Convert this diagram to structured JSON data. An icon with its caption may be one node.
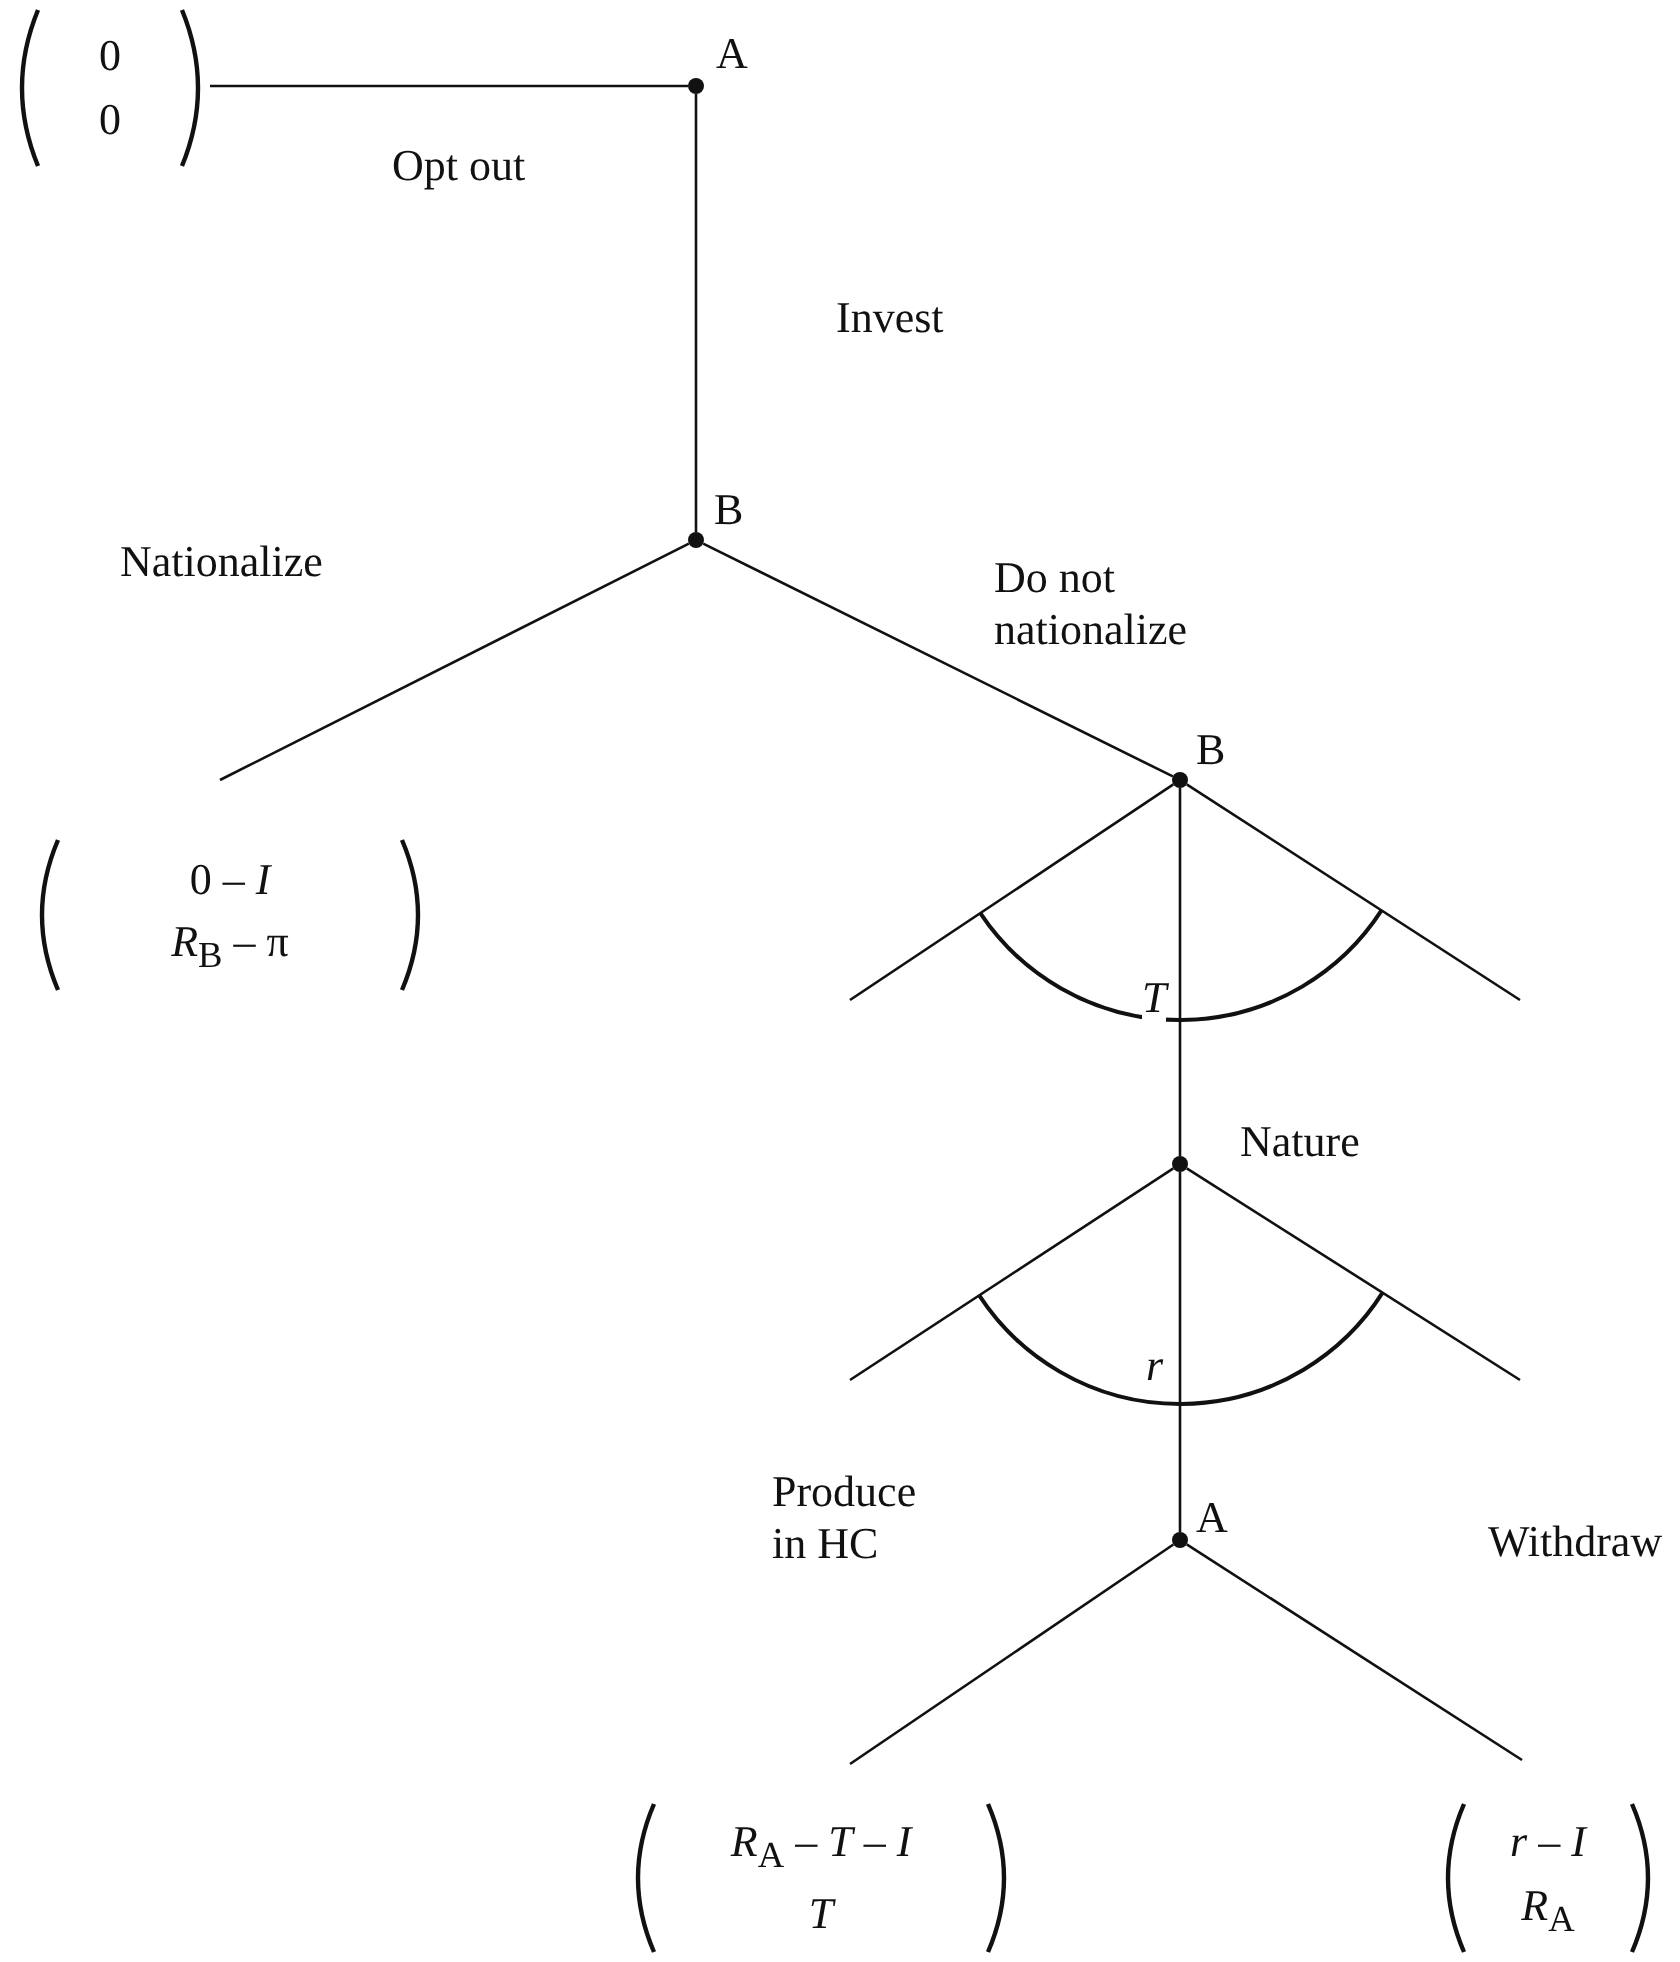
{
  "diagram": {
    "nodes": [
      {
        "text": [
          "0",
          "0"
        ]
      },
      {
        "text": [],
        "shape": "circle",
        "beside": [
          "A"
        ]
      },
      {
        "text": [],
        "shape": "circle",
        "beside": [
          "B"
        ]
      },
      {
        "text": [
          "0 – *I*",
          "*R*$_{B}$ – π"
        ]
      },
      {
        "text": [],
        "shape": "circle",
        "beside": [
          "B"
        ]
      },
      {
        "text": [],
        "shape": "circle",
        "beside": [
          "Nature"
        ]
      },
      {
        "text": [],
        "shape": "circle",
        "beside": [
          "A"
        ]
      },
      {
        "text": [
          "*R*$_{A}$ – *T* – *I*",
          "*T*"
        ]
      },
      {
        "text": [
          "*r* – *I*",
          "*R*$_{A}$"
        ]
      }
    ],
    "edges": [
      {
        "from": 1,
        "to": 0,
        "arrow": "none",
        "label": "Opt out"
      },
      {
        "from": 1,
        "to": 2,
        "arrow": "none",
        "label": "Invest"
      },
      {
        "from": 2,
        "to": 3,
        "arrow": "none",
        "label": "Nationalize"
      },
      {
        "from": 2,
        "to": 4,
        "arrow": "none",
        "label": "Do not nationalize"
      },
      {
        "from": 4,
        "to": null,
        "arrow": "none"
      },
      {
        "from": 4,
        "to": 5,
        "arrow": "none",
        "label": "*T*"
      },
      {
        "from": 4,
        "to": null,
        "arrow": "none"
      },
      {
        "from": 5,
        "to": null,
        "arrow": "none"
      },
      {
        "from": 5,
        "to": 6,
        "arrow": "none",
        "label": "*r*"
      },
      {
        "from": 5,
        "to": null,
        "arrow": "none"
      },
      {
        "from": 6,
        "to": 7,
        "arrow": "none",
        "label": "Produce in HC"
      },
      {
        "from": 6,
        "to": 8,
        "arrow": "none",
        "label": "Withdraw"
      }
    ]
  }
}
